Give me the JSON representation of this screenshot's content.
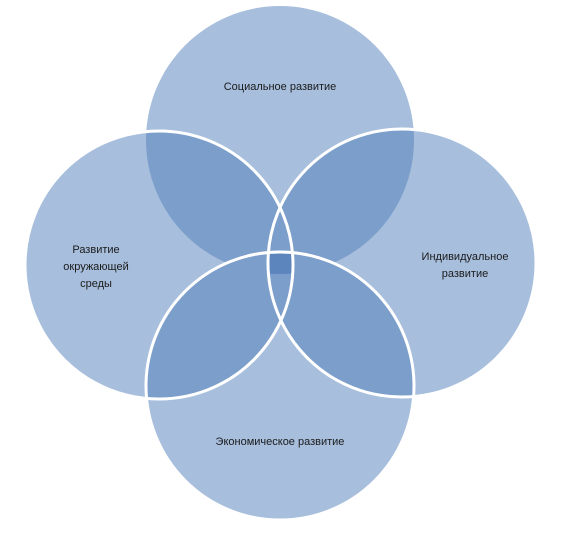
{
  "diagram": {
    "circles": [
      {
        "key": "top",
        "label": "Социальное развитие"
      },
      {
        "key": "right",
        "label": "Индивидуальное развитие"
      },
      {
        "key": "left",
        "label": "Развитие окружающей среды"
      },
      {
        "key": "bottom",
        "label": "Экономическое развитие"
      }
    ],
    "colors": {
      "fill": "#a7bedd",
      "overlap": "#7b9ecb",
      "center": "#5c84bd",
      "outline": "#ffffff"
    }
  }
}
